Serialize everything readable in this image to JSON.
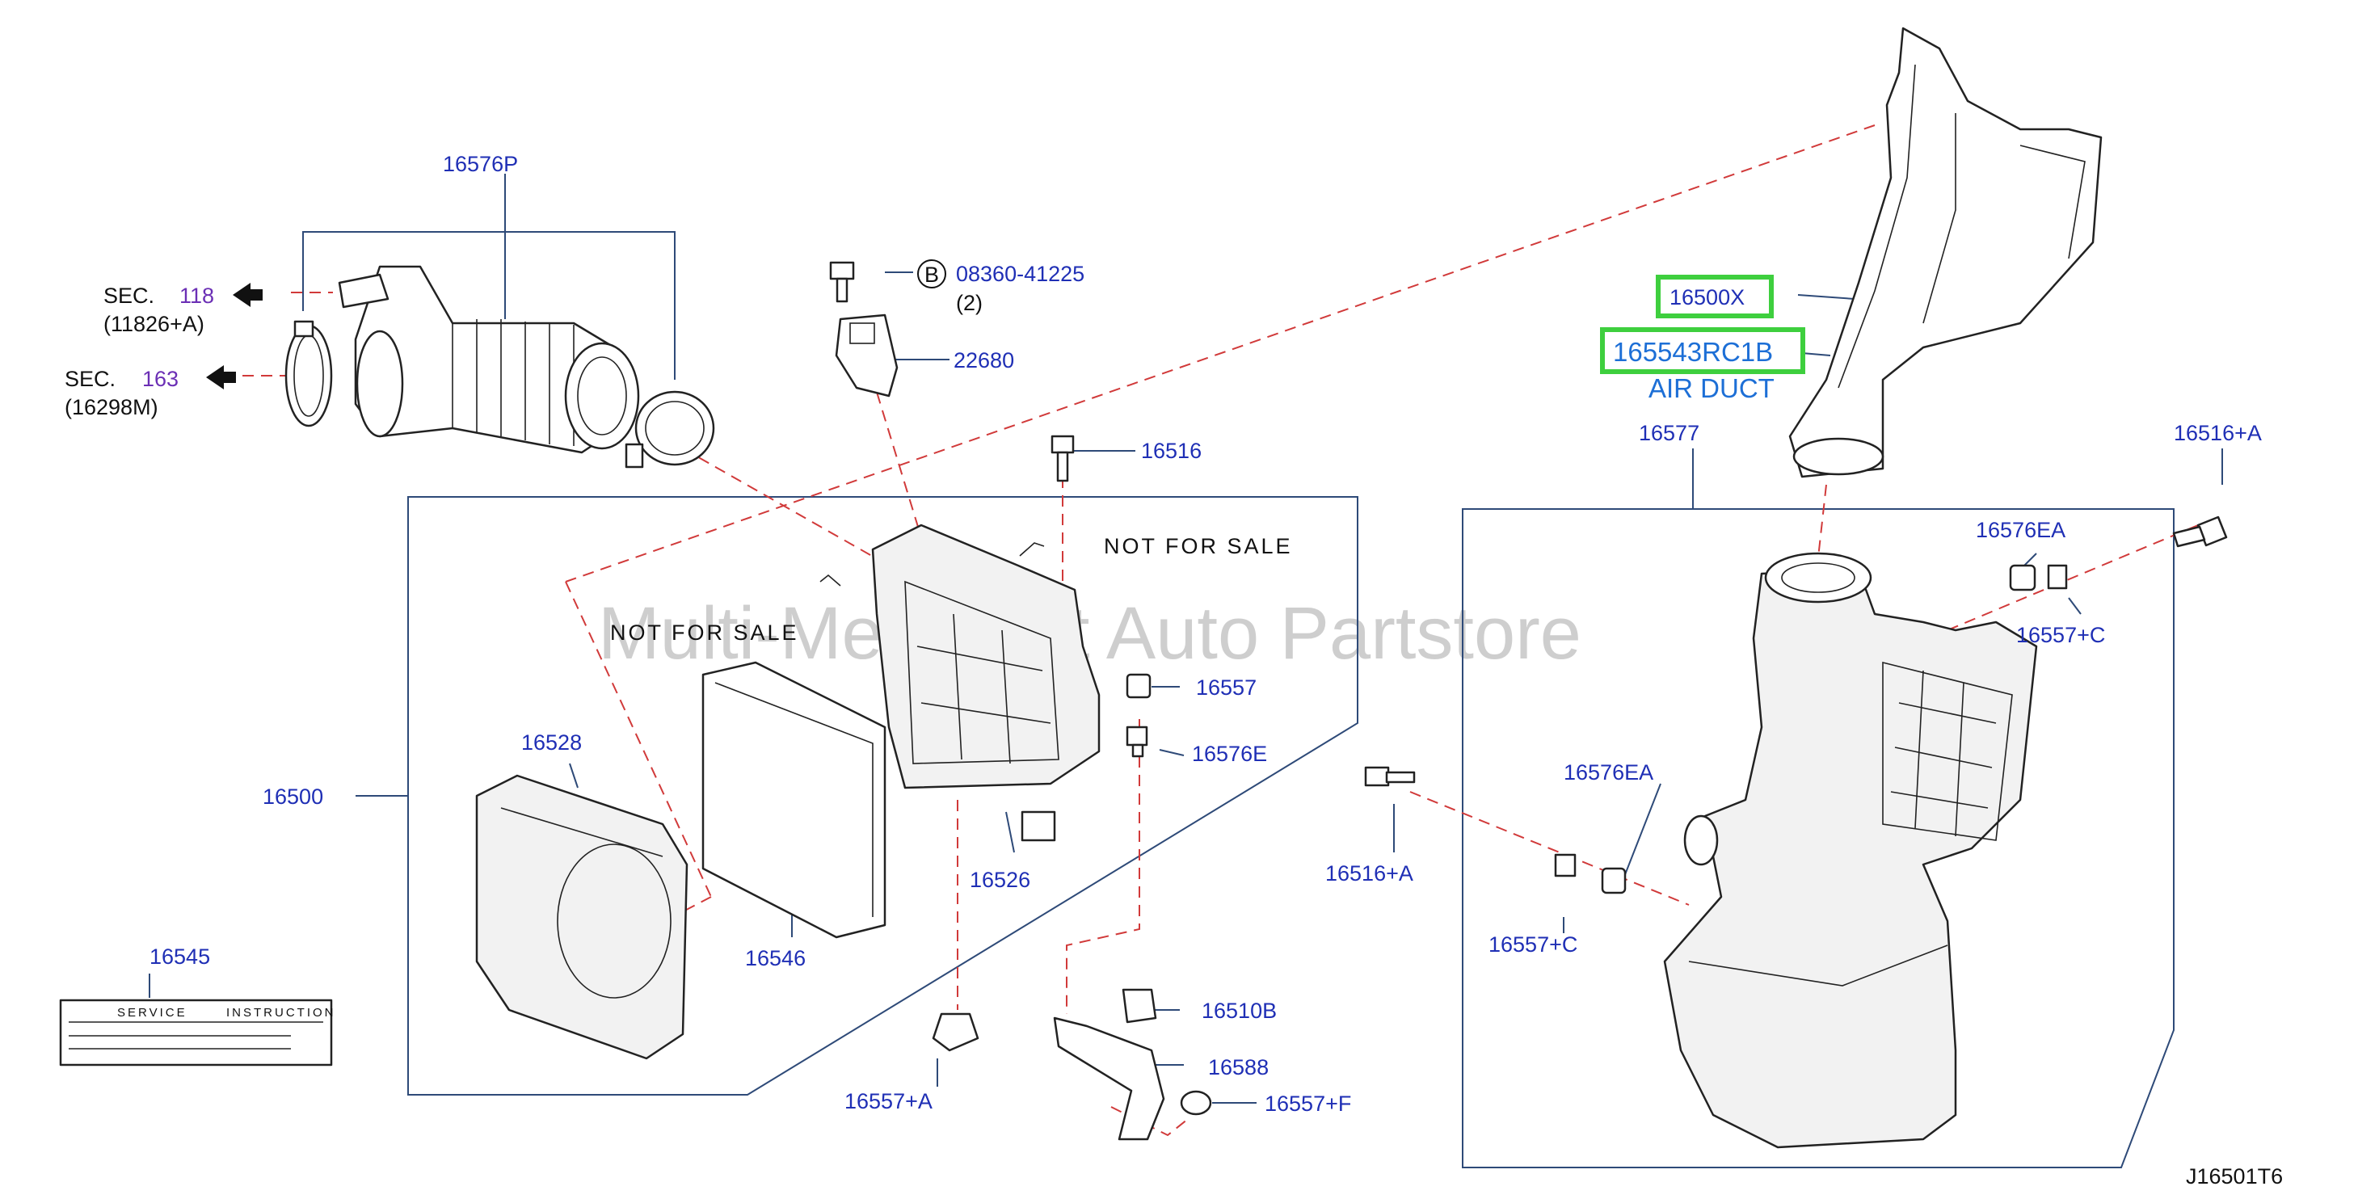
{
  "watermark": "Multi-Merchant Auto Partstore",
  "diagram_code": "J16501T6",
  "highlight": {
    "code1": "16500X",
    "code2": "165543RC1B",
    "name": "AIR DUCT"
  },
  "section_refs": [
    {
      "prefix": "SEC.",
      "num": "118",
      "sub": "(11826+A)"
    },
    {
      "prefix": "SEC.",
      "num": "163",
      "sub": "(16298M)"
    }
  ],
  "bolt_ref": {
    "circle": "B",
    "part": "08360-41225",
    "qty": "(2)"
  },
  "not_for_sale": "NOT   FOR   SALE",
  "labels": {
    "p16576P": "16576P",
    "p22680": "22680",
    "p16516": "16516",
    "p16557": "16557",
    "p16576E": "16576E",
    "p16526": "16526",
    "p16528": "16528",
    "p16500": "16500",
    "p16546": "16546",
    "p16545": "16545",
    "p16557A": "16557+A",
    "p16510B": "16510B",
    "p16588": "16588",
    "p16557F": "16557+F",
    "p16577": "16577",
    "p16516A_right": "16516+A",
    "p16576EA_top": "16576EA",
    "p16557C_right": "16557+C",
    "p16516A_mid": "16516+A",
    "p16576EA_mid": "16576EA",
    "p16557C_mid": "16557+C"
  },
  "service_label": {
    "left": "SERVICE",
    "right": "INSTRUCTION"
  }
}
